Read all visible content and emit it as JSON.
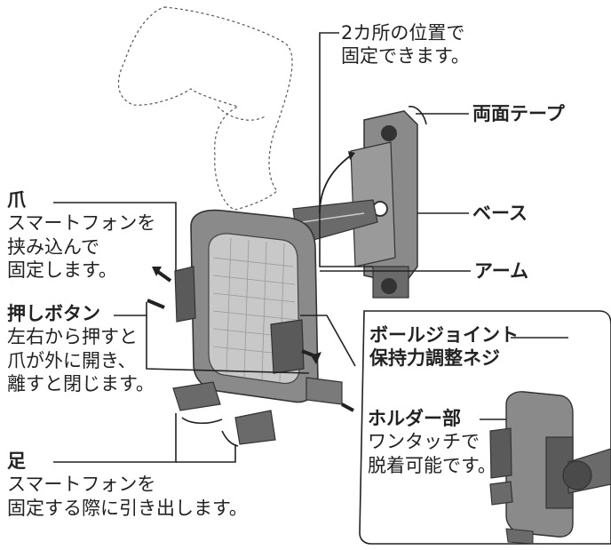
{
  "labels": {
    "fix_positions": [
      "2カ所の位置で",
      "固定できます。"
    ],
    "double_tape": "両面テープ",
    "base": "ベース",
    "arm": "アーム",
    "claw_title": "爪",
    "claw_desc": [
      "スマートフォンを",
      "挟み込んで",
      "固定します。"
    ],
    "push_button_title": "押しボタン",
    "push_button_desc": [
      "左右から押すと",
      "爪が外に開き、",
      "離すと閉じます。"
    ],
    "foot_title": "足",
    "foot_desc": [
      "スマートフォンを",
      "固定する際に引き出します。"
    ],
    "ball_joint_title": [
      "ボールジョイント",
      "保持力調整ネジ"
    ],
    "holder_title": "ホルダー部",
    "holder_desc": [
      "ワンタッチで",
      "脱着可能です。"
    ]
  },
  "colors": {
    "body_gray": "#8a8a8a",
    "dark_gray": "#4a4a4a",
    "light_gray": "#c8c8c8",
    "mesh": "#b5b5b5"
  }
}
